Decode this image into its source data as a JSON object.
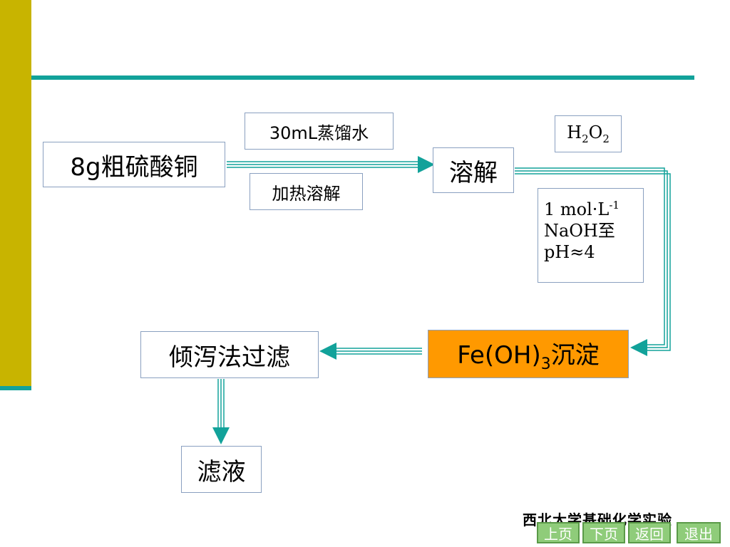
{
  "boxes": {
    "crude": "8g粗硫酸铜",
    "water": "30mL蒸馏水",
    "heat": "加热溶解",
    "dissolve": "溶解",
    "h2o2": {
      "base": "H",
      "sub1": "2",
      "mid": "O",
      "sub2": "2"
    },
    "naoh": {
      "line1_pre": "1 mol·L",
      "line1_sup": "-1",
      "line2": "NaOH至",
      "line3": "pH≈4"
    },
    "precip": {
      "pre": "Fe(OH)",
      "sub": "3",
      "post": "沉淀"
    },
    "decant": "倾泻法过滤",
    "filtrate": "滤液"
  },
  "footer": {
    "title": "西北大学基础化学实验",
    "prev": "上页",
    "next": "下页",
    "back": "返回",
    "exit": "退出"
  },
  "colors": {
    "accent_teal": "#12a29a",
    "left_bar": "#c8b400",
    "highlight_box": "#ff9900",
    "nav_button": "#8fcc7a"
  }
}
